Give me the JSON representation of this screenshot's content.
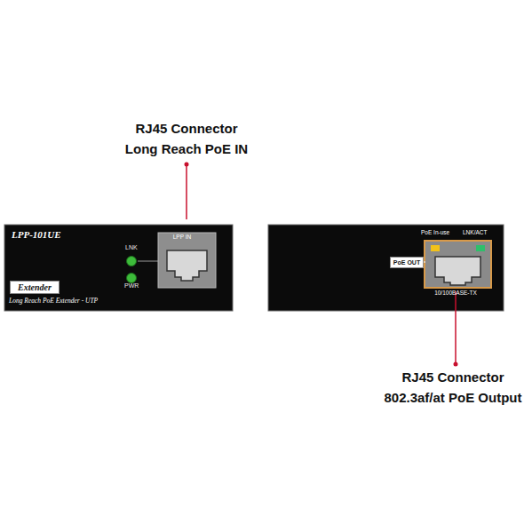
{
  "diagram": {
    "nodes": [
      {
        "text": [
          "LPP-101UE",
          "LNK",
          "PWR",
          "LPP IN",
          "Long Reach PoE Extender - UTP"
        ]
      },
      {
        "text": [
          "Extender"
        ],
        "in": 0
      },
      {
        "text": [
          "PoE In-use",
          "LNK/ACT",
          "10/100BASE-TX"
        ]
      },
      {
        "text": [
          "PoE OUT"
        ],
        "in": 2
      }
    ],
    "labels": [
      "RJ45 Connector",
      "Long Reach PoE IN",
      "RJ45 Connector",
      "802.3af/at PoE Output"
    ]
  }
}
